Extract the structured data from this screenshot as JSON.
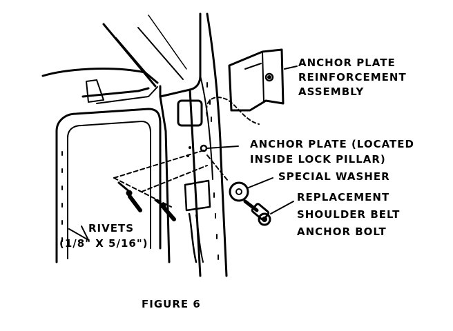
{
  "labels": {
    "anchor_plate_reinforcement_1": "ANCHOR PLATE",
    "anchor_plate_reinforcement_2": "REINFORCEMENT",
    "anchor_plate_reinforcement_3": "ASSEMBLY",
    "anchor_plate_1": "ANCHOR PLATE (LOCATED",
    "anchor_plate_2": "INSIDE LOCK PILLAR)",
    "special_washer": "SPECIAL WASHER",
    "bolt_1": "REPLACEMENT",
    "bolt_2": "SHOULDER BELT",
    "bolt_3": "ANCHOR BOLT",
    "rivets_1": "RIVETS",
    "rivets_2": "(1/8\" X 5/16\")",
    "figure_caption": "FIGURE 6"
  },
  "colors": {
    "ink": "#000000",
    "paper": "#ffffff"
  }
}
